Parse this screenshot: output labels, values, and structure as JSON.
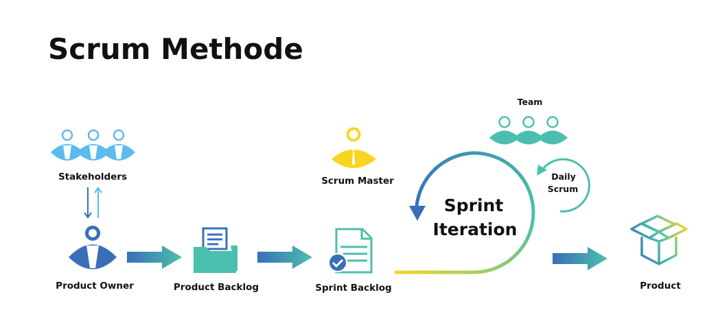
{
  "title": "Scrum Methode",
  "roles": {
    "stakeholders": "Stakeholders",
    "product_owner": "Product Owner",
    "scrum_master": "Scrum Master",
    "team": "Team"
  },
  "artifacts": {
    "product_backlog": "Product Backlog",
    "sprint_backlog": "Sprint Backlog",
    "product": "Product"
  },
  "sprint": {
    "line1": "Sprint",
    "line2": "Iteration"
  },
  "daily": {
    "line1": "Daily",
    "line2": "Scrum"
  },
  "colors": {
    "stakeholders": "#5bbcec",
    "product_owner": "#3a6fb8",
    "scrum_master": "#f9d423",
    "team": "#4bbfad",
    "gradient_start": "#3a6fb8",
    "gradient_end": "#4bbfad"
  }
}
